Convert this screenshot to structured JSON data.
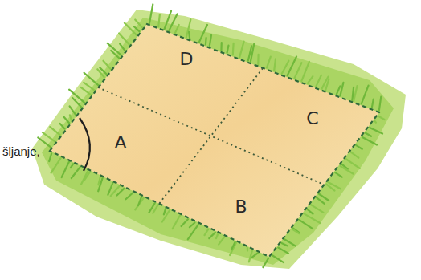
{
  "diagram": {
    "labels": [
      "D",
      "A",
      "C",
      "B",
      "šljanje,"
    ]
  }
}
